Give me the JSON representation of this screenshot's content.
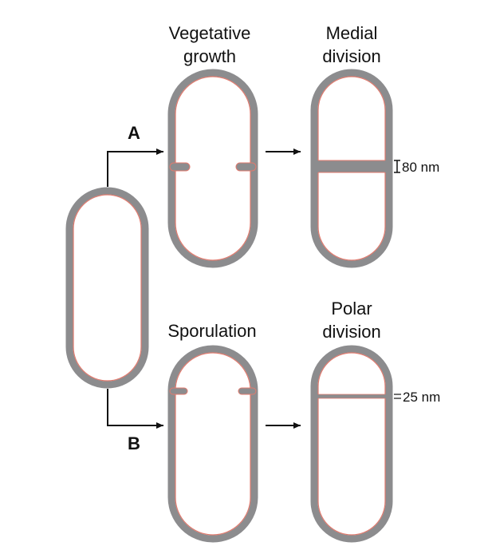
{
  "labels": {
    "vegetative_line1": "Vegetative",
    "vegetative_line2": "growth",
    "medial_line1": "Medial",
    "medial_line2": "division",
    "sporulation": "Sporulation",
    "polar_line1": "Polar",
    "polar_line2": "division",
    "path_a": "A",
    "path_b": "B",
    "medial_septum_thickness": "80 nm",
    "polar_septum_thickness": "25 nm"
  },
  "colors": {
    "cell_wall": "#8c8c8e",
    "membrane": "#e07a6e",
    "arrow": "#111111",
    "text": "#111111"
  }
}
